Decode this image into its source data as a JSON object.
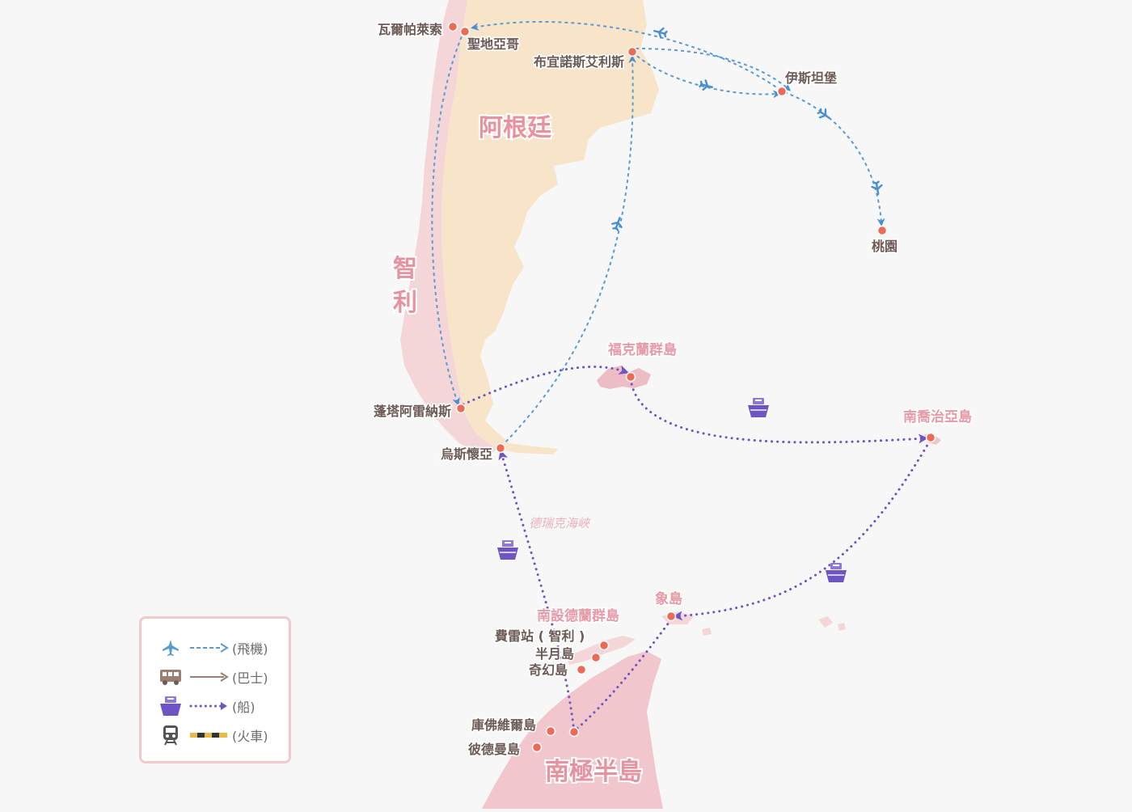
{
  "regions": {
    "argentina": "阿根廷",
    "chile_1": "智",
    "chile_2": "利",
    "antarctic_peninsula": "南極半島",
    "drake_passage": "德瑞克海峽"
  },
  "places": {
    "valparaiso": "瓦爾帕萊索",
    "santiago": "聖地亞哥",
    "buenos_aires": "布宜諾斯艾利斯",
    "istanbul": "伊斯坦堡",
    "taoyuan": "桃園",
    "punta_arenas": "蓬塔阿雷納斯",
    "ushuaia": "烏斯懷亞",
    "falklands": "福克蘭群島",
    "south_georgia": "南喬治亞島",
    "elephant_island": "象島",
    "south_shetland": "南設德蘭群島",
    "frei_station": "費雷站 ( 智利 )",
    "half_moon": "半月島",
    "deception": "奇幻島",
    "cuverville": "庫佛維爾島",
    "petermann": "彼德曼島"
  },
  "legend": {
    "items": [
      {
        "icon": "airplane-icon",
        "label": "(飛機)",
        "line_color": "#5a9bd4",
        "style": "dashed"
      },
      {
        "icon": "bus-icon",
        "label": "(巴士)",
        "line_color": "#9c7e73",
        "style": "solid"
      },
      {
        "icon": "ship-icon",
        "label": "(船)",
        "line_color": "#6f55c4",
        "style": "dotted"
      },
      {
        "icon": "train-icon",
        "label": "(火車)",
        "line_color": "#e8b84a",
        "style": "striped"
      }
    ]
  },
  "colors": {
    "ocean": "#f7f7f7",
    "argentina_land": "#f8e5c9",
    "chile_land": "#f4d6d9",
    "antarctic_land": "#f1c6cc",
    "flight_route": "#5a9bd4",
    "ship_route": "#6f55c4",
    "place_dot": "#ec6a56"
  }
}
